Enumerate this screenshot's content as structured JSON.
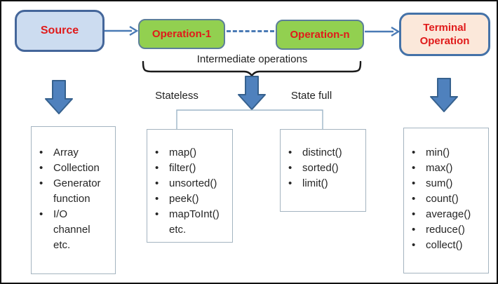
{
  "flow": {
    "source": {
      "label": "Source"
    },
    "operation_1": {
      "label": "Operation-1"
    },
    "operation_n": {
      "label": "Operation-n"
    },
    "terminal": {
      "label": "Terminal Operation"
    }
  },
  "annotations": {
    "intermediate_operations": "Intermediate operations",
    "stateless": "Stateless",
    "stateful": "State full"
  },
  "lists": {
    "source_items": [
      "Array",
      "Collection",
      "Generator\nfunction",
      "I/O\nchannel\netc."
    ],
    "stateless_items": [
      "map()",
      "filter()",
      "unsorted()",
      "peek()",
      "mapToInt()\netc."
    ],
    "stateful_items": [
      "distinct()",
      "sorted()",
      "limit()"
    ],
    "terminal_items": [
      "min()",
      "max()",
      "sum()",
      "count()",
      "average()",
      "reduce()",
      "collect()"
    ]
  },
  "colors": {
    "source_fill": "#ccdcf0",
    "source_border": "#44669a",
    "operation_fill": "#92d050",
    "operation_border": "#5c7f99",
    "terminal_fill": "#fbe8da",
    "terminal_border": "#4472a8",
    "text_red": "#e01a1a",
    "arrow_blue": "#4f81bd",
    "connector_blue": "#9db6c8",
    "brace_black": "#1a1a1a"
  }
}
